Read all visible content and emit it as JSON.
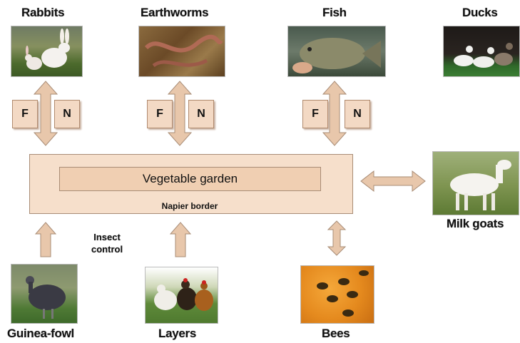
{
  "animals_top": [
    {
      "label": "Rabbits"
    },
    {
      "label": "Earthworms"
    },
    {
      "label": "Fish"
    },
    {
      "label": "Ducks"
    }
  ],
  "animals_bottom": [
    {
      "label": "Guinea-fowl"
    },
    {
      "label": "Layers"
    },
    {
      "label": "Bees"
    }
  ],
  "side": {
    "label": "Milk goats"
  },
  "fn_boxes": {
    "f": "F",
    "n": "N"
  },
  "garden": {
    "title": "Vegetable garden",
    "border": "Napier border"
  },
  "insect_control": {
    "line1": "Insect",
    "line2": "control"
  },
  "colors": {
    "box_fill": "#f6dfcb",
    "arrow_fill": "#e8c7ab",
    "arrow_stroke": "#a88c76"
  }
}
